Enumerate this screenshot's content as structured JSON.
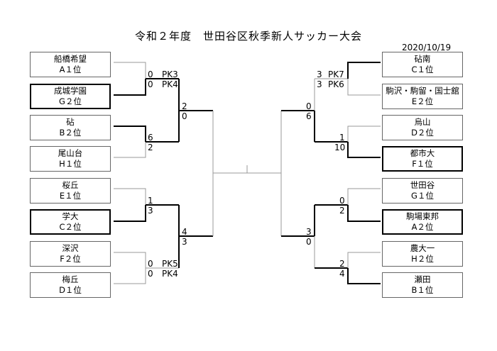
{
  "title": "令和２年度　世田谷区秋季新人サッカー大会",
  "date": "2020/10/19",
  "left_teams": [
    {
      "name": "船橋希望",
      "seed": "A１位"
    },
    {
      "name": "成城学園",
      "seed": "G２位"
    },
    {
      "name": "砧",
      "seed": "B２位"
    },
    {
      "name": "尾山台",
      "seed": "H１位"
    },
    {
      "name": "桜丘",
      "seed": "E１位"
    },
    {
      "name": "学大",
      "seed": "C２位"
    },
    {
      "name": "深沢",
      "seed": "F２位"
    },
    {
      "name": "梅丘",
      "seed": "D１位"
    }
  ],
  "right_teams": [
    {
      "name": "砧南",
      "seed": "C１位"
    },
    {
      "name": "駒沢・駒留・国士舘",
      "seed": "E２位"
    },
    {
      "name": "烏山",
      "seed": "D２位"
    },
    {
      "name": "都市大",
      "seed": "F１位"
    },
    {
      "name": "世田谷",
      "seed": "G１位"
    },
    {
      "name": "駒場東邦",
      "seed": "A２位"
    },
    {
      "name": "農大一",
      "seed": "H２位"
    },
    {
      "name": "瀬田",
      "seed": "B１位"
    }
  ],
  "scores": {
    "l_r1_m1": [
      "0",
      "0"
    ],
    "l_r1_m1_pk": [
      "PK3",
      "PK4"
    ],
    "l_r1_m2": [
      "6",
      "2"
    ],
    "l_r1_m3": [
      "1",
      "3"
    ],
    "l_r1_m4": [
      "0",
      "0"
    ],
    "l_r1_m4_pk": [
      "PK5",
      "PK4"
    ],
    "l_r2_m1": [
      "2",
      "0"
    ],
    "l_r2_m2": [
      "4",
      "3"
    ],
    "r_r1_m1": [
      "3",
      "3"
    ],
    "r_r1_m1_pk": [
      "PK7",
      "PK6"
    ],
    "r_r1_m2": [
      "1",
      "10"
    ],
    "r_r1_m3": [
      "0",
      "2"
    ],
    "r_r1_m4": [
      "2",
      "4"
    ],
    "r_r2_m1": [
      "0",
      "6"
    ],
    "r_r2_m2": [
      "3",
      "0"
    ]
  }
}
